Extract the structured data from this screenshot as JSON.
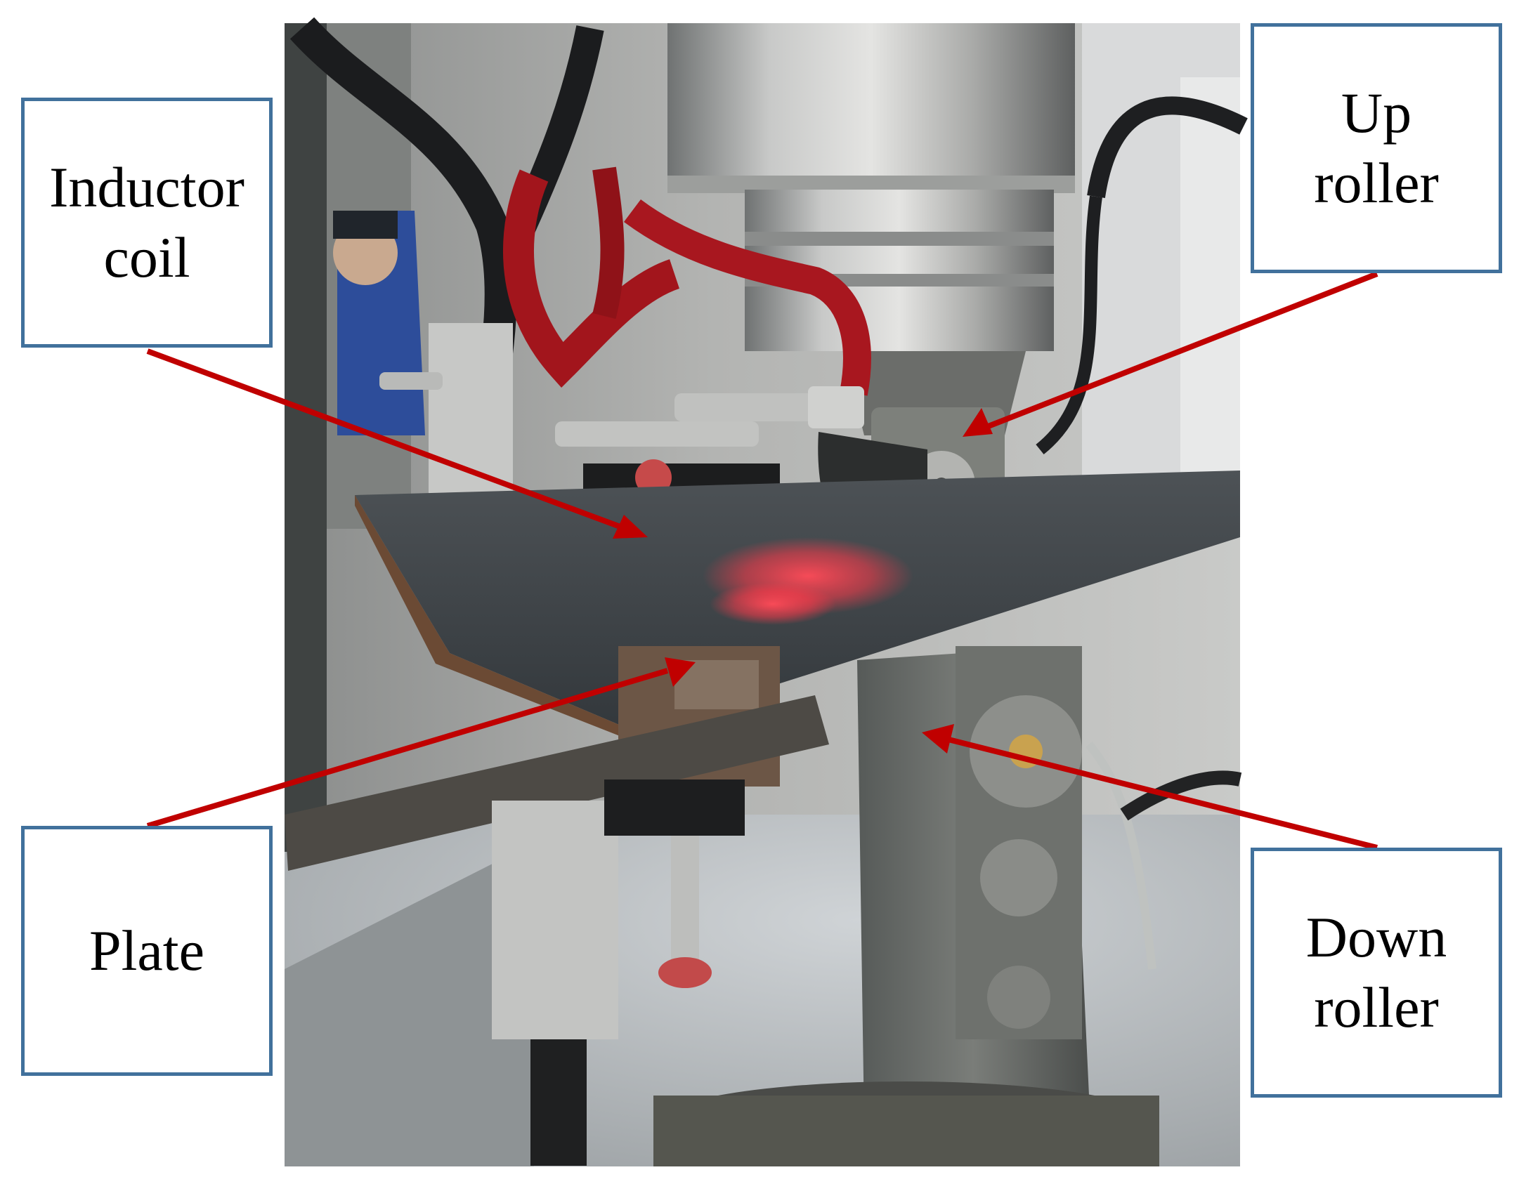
{
  "labels": {
    "inductor_coil": [
      "Inductor",
      "coil"
    ],
    "up_roller": [
      "Up",
      "roller"
    ],
    "plate": [
      "Plate"
    ],
    "down_roller": [
      "Down",
      "roller"
    ]
  },
  "colors": {
    "label_border": "#41719c",
    "arrow": "#c00000",
    "hot_glow": "#ff3a4a",
    "cable_red": "#a2151c"
  }
}
